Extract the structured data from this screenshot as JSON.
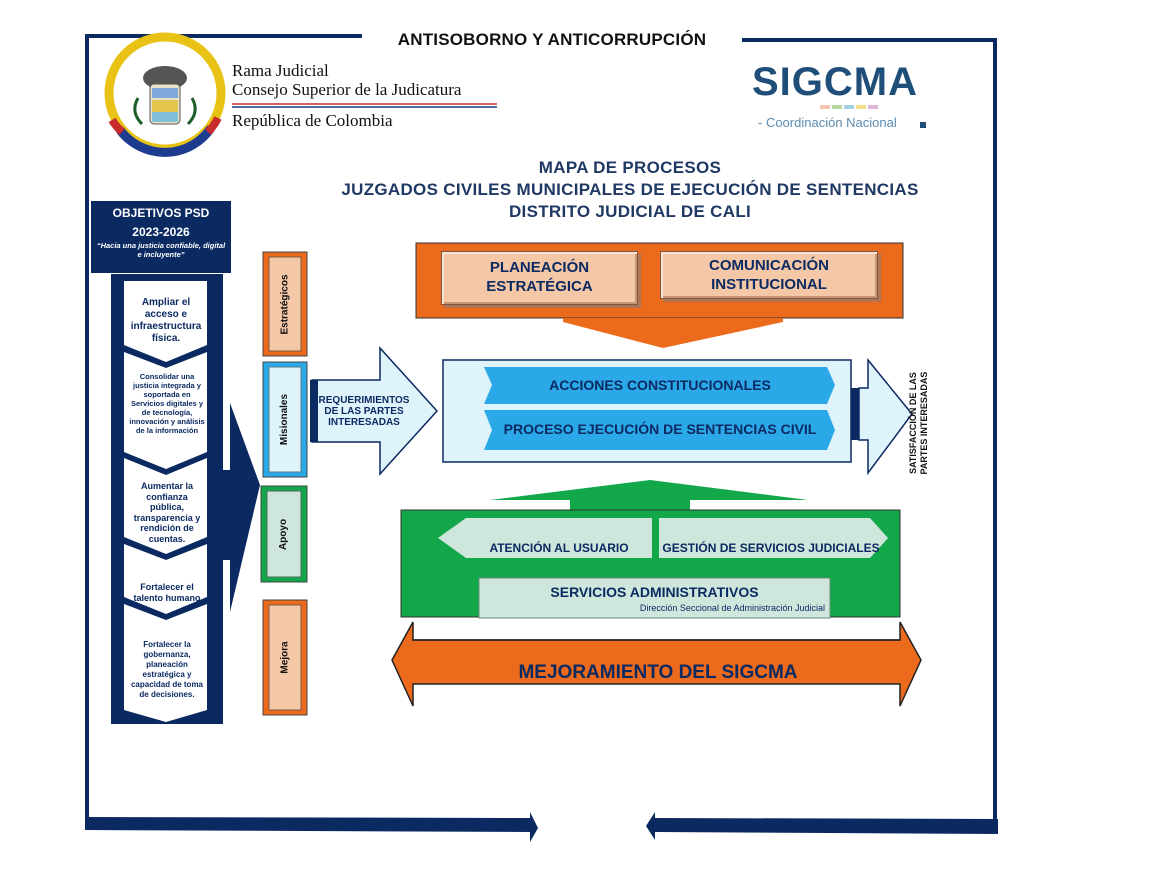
{
  "header": {
    "title": "ANTISOBORNO Y ANTICORRUPCIÓN",
    "org_line1": "Rama Judicial",
    "org_line2": "Consejo Superior de la Judicatura",
    "org_line3": "República de Colombia",
    "logo_main": "SIGCMA",
    "logo_sub": "- Coordinación Nacional"
  },
  "map_title": {
    "line1": "MAPA DE PROCESOS",
    "line2": "JUZGADOS CIVILES MUNICIPALES DE EJECUCIÓN DE SENTENCIAS",
    "line3": "DISTRITO JUDICIAL DE CALI"
  },
  "objectives": {
    "title1": "OBJETIVOS PSD",
    "title2": "2023-2026",
    "quote": "“Hacia una justicia confiable, digital e incluyente”",
    "items": [
      "Ampliar el acceso e infraestructura física.",
      "Consolidar una justicia integrada y soportada en Servicios digitales y de tecnología, innovación y análisis de la información",
      "Aumentar la confianza pública, transparencia y rendición de cuentas.",
      "Fortalecer el talento humano",
      "Fortalecer la gobernanza, planeación estratégica y capacidad de toma de decisiones."
    ]
  },
  "categories": {
    "estrategicos": "Estratégicos",
    "misionales": "Misionales",
    "apoyo": "Apoyo",
    "mejora": "Mejora"
  },
  "strategic": {
    "planeacion": [
      "PLANEACIÓN",
      "ESTRATÉGICA"
    ],
    "comunicacion": [
      "COMUNICACIÓN",
      "INSTITUCIONAL"
    ]
  },
  "input_label": [
    "REQUERIMIENTOS",
    "DE LAS PARTES",
    "INTERESADAS"
  ],
  "missional": {
    "acciones": "ACCIONES  CONSTITUCIONALES",
    "ejecucion": "PROCESO EJECUCIÓN DE SENTENCIAS CIVIL"
  },
  "output_label": [
    "SATISFACCIÓN DE LAS",
    "PARTES INTERESADAS"
  ],
  "support": {
    "atencion": "ATENCIÓN AL USUARIO",
    "gestion": "GESTIÓN DE SERVICIOS JUDICIALES",
    "servicios": "SERVICIOS ADMINISTRATIVOS",
    "servicios_sub": "Dirección Seccional de Administración Judicial"
  },
  "improvement": "MEJORAMIENTO DEL SIGCMA",
  "colors": {
    "navy": "#0c2a62",
    "orange": "#ec6a1c",
    "cyan": "#2aa8e8",
    "green": "#12a84a",
    "light_blue": "#dff3fb",
    "pale_green": "#cfe6dc"
  }
}
